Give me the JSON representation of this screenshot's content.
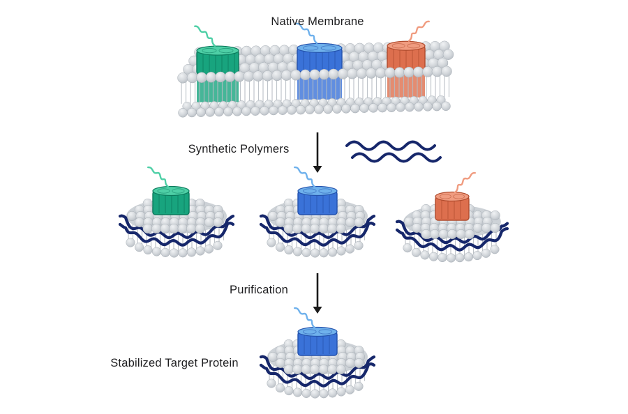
{
  "diagram": {
    "title": "Native Membrane",
    "steps": [
      {
        "id": "add-polymers",
        "label": "Synthetic Polymers"
      },
      {
        "id": "purification",
        "label": "Purification"
      }
    ],
    "result_label": "Stabilized Target Protein",
    "proteins": [
      {
        "name": "green-membrane-protein",
        "color": "#18a47e"
      },
      {
        "name": "blue-membrane-protein",
        "color": "#3a72d8"
      },
      {
        "name": "orange-membrane-protein",
        "color": "#dd6f4e"
      }
    ],
    "target_protein": "blue-membrane-protein",
    "polymer_strand_count": 2,
    "nanodisc_count": 3,
    "colors": {
      "background": "#ffffff",
      "lipid_head": "#d3d7db",
      "lipid_tail": "#b6bcc2",
      "polymer": "#16276b",
      "arrow": "#1a1a1a",
      "text": "#1d1d1f",
      "protein_teal": "#18a47e",
      "protein_teal_dark": "#0b7a5c",
      "protein_teal_light": "#4ecfa6",
      "protein_blue": "#3a72d8",
      "protein_blue_dark": "#2452ad",
      "protein_blue_light": "#6fb1ec",
      "protein_orange": "#dd6f4e",
      "protein_orange_dark": "#b04c2e",
      "protein_orange_light": "#f09c80"
    }
  }
}
